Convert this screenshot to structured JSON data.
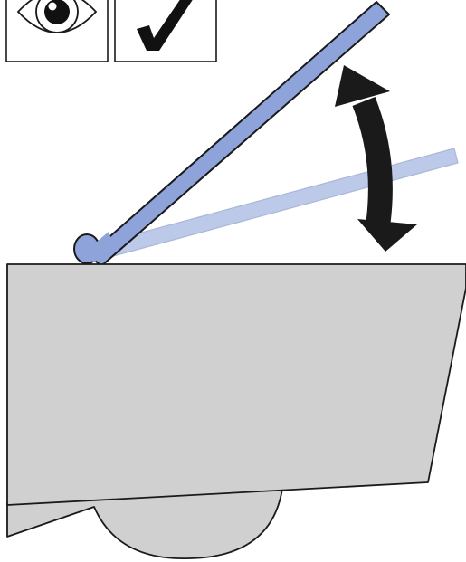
{
  "diagram": {
    "badges": [
      {
        "name": "visual-inspection-badge",
        "icon": "eye-icon"
      },
      {
        "name": "approved-badge",
        "icon": "checkmark-icon"
      }
    ],
    "elements": {
      "rod_raised": "adjustment-rod-raised",
      "rod_lowered": "adjustment-rod-lowered",
      "motion_arrow": "double-headed-curved-arrow",
      "housing": "device-housing"
    },
    "colors": {
      "rod_raised": "#8da3d9",
      "rod_lowered": "#bcc9e8",
      "arrow": "#1a1a1a",
      "housing": "#d0d0d0",
      "outline": "#1a1a1a",
      "background": "#ffffff"
    }
  }
}
